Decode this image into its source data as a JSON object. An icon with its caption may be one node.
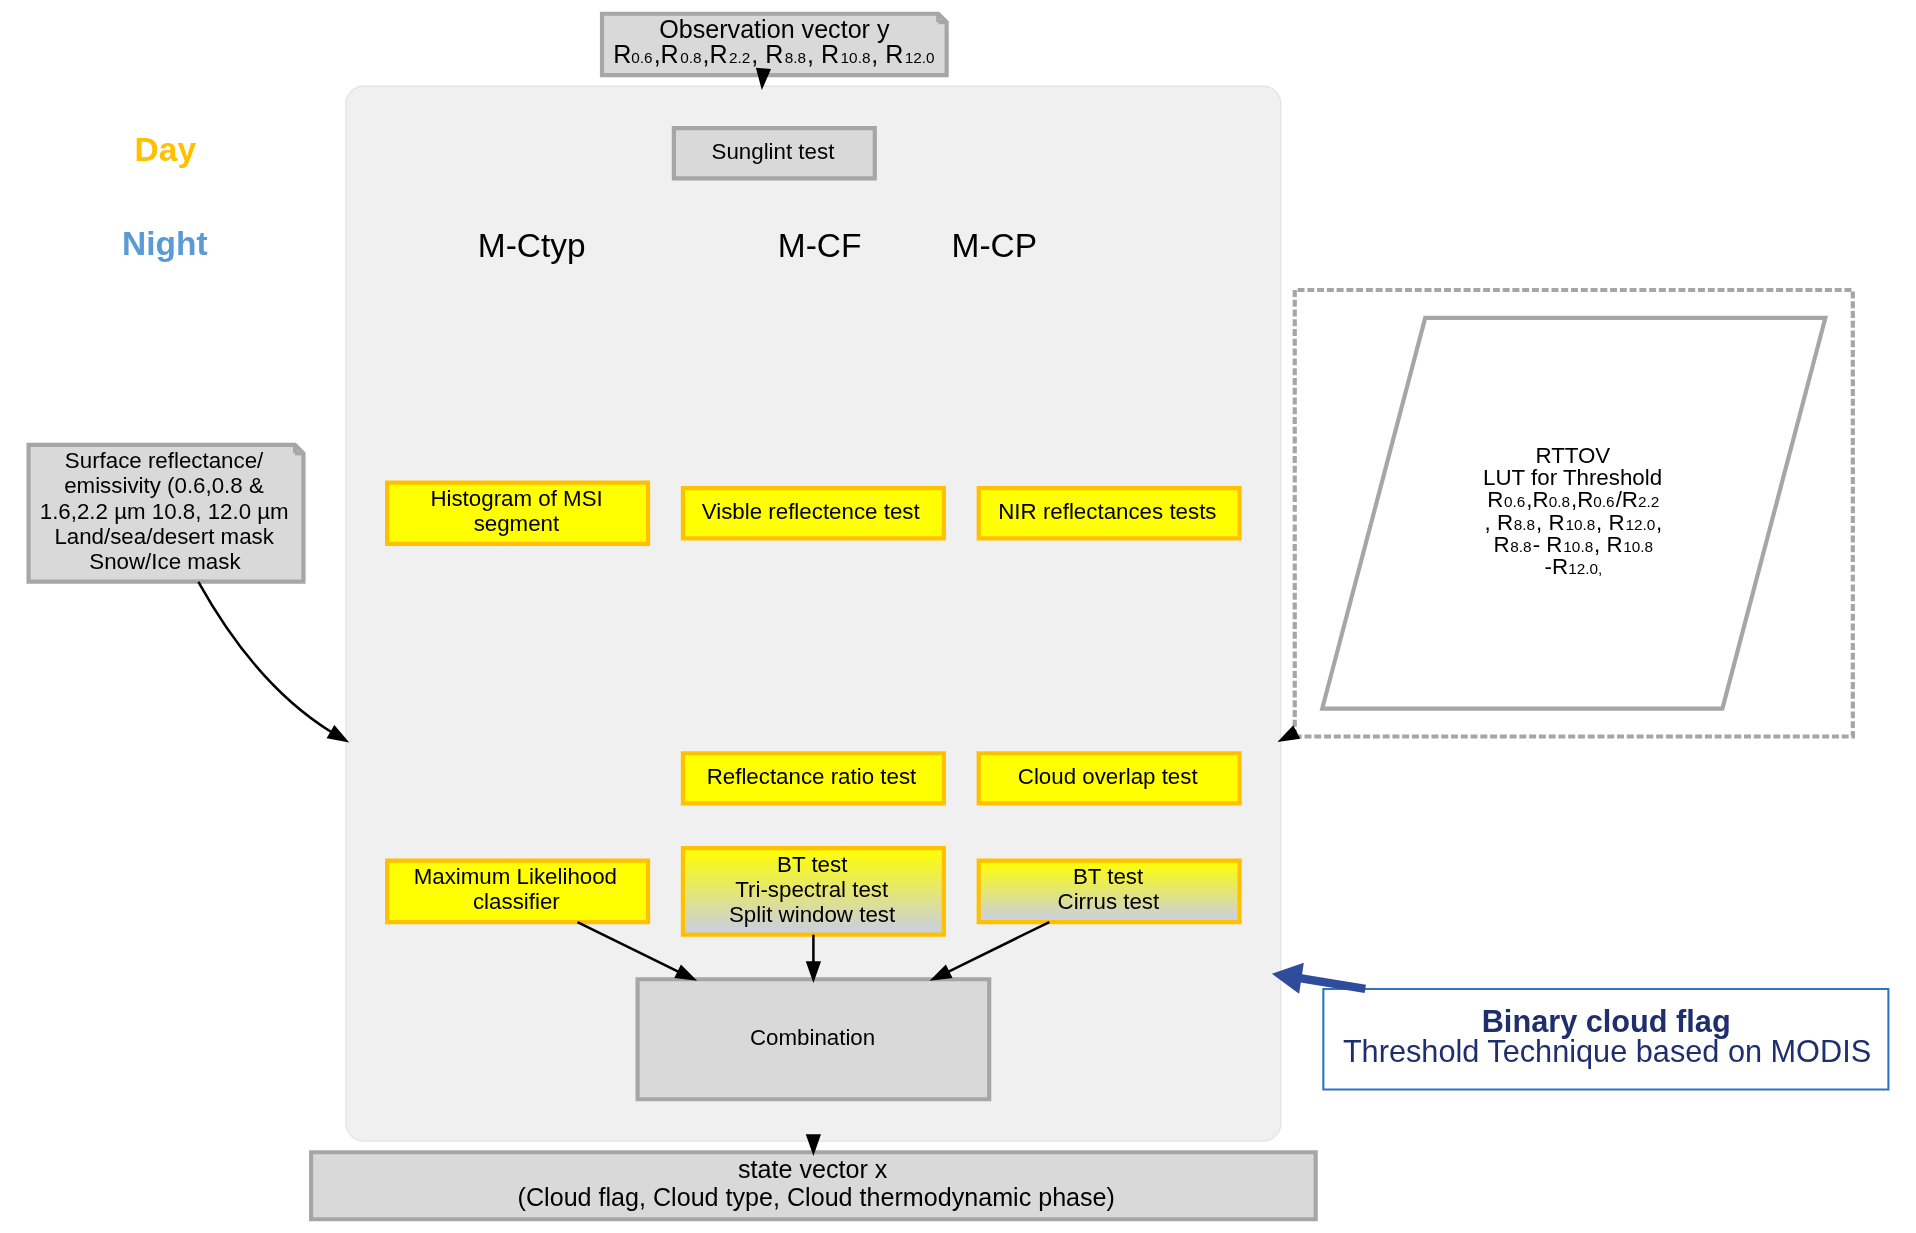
{
  "diagram": {
    "nodes": [
      {
        "text": [
          "Observation vector y",
          "R$_{0.6}$,R$_{0.8}$,R$_{2.2}$, R$_{8.8}$, R$_{10.8}$, R$_{12.0}$"
        ]
      },
      {
        "text": [],
        "shape": "ellipse"
      },
      {
        "text": [
          "Sunglint test"
        ],
        "in": 1
      },
      {
        "text": [
          "Visble reflectence test"
        ],
        "in": 1
      },
      {
        "text": [
          "Reflectance ratio test"
        ],
        "in": 1
      },
      {
        "text": [
          "BT test",
          "Tri-spectral test",
          "Split window test"
        ],
        "in": 1
      },
      {
        "text": [
          "Histogram of MSI segment"
        ],
        "in": 1
      },
      {
        "text": [
          "Maximum Likelihood classifier"
        ],
        "in": 1
      },
      {
        "text": [
          "NIR reflectances tests"
        ],
        "in": 1
      },
      {
        "text": [
          "Cloud overlap test"
        ],
        "in": 1
      },
      {
        "text": [
          "BT test",
          "Cirrus test"
        ],
        "in": 1
      },
      {
        "text": [
          "Combination"
        ],
        "in": 1
      },
      {
        "text": [
          "Surface reflectance/ emissivity (0.6,0.8 & 1.6,2.2 µm 10.8, 12.0 µm Land/sea/desert mask Snow/Ice mask"
        ]
      },
      {
        "text": [],
        "shape": "box"
      },
      {
        "text": [
          "RTTOV",
          "LUT for Threshold",
          "R$_{0.6}$,R$_{0.8}$,R$_{0.6}$/R$_{2.2}$ , R$_{8.8}$, R$_{10.8}$, R$_{12.0}$, R$_{8.8}$- R$_{10.8}$, R$_{10.8}$ -R$_{12.0,}$"
        ],
        "in": 13
      },
      {
        "text": [
          "state vector x",
          "(Cloud flag, Cloud type, Cloud thermodynamic phase)"
        ]
      },
      {
        "text": [
          "Binary cloud flag",
          "Threshold Technique based on MODIS"
        ]
      }
    ],
    "edges": [
      {
        "from": 0,
        "to": 1,
        "arrow": "to"
      },
      {
        "from": 12,
        "to": 1,
        "arrow": "to"
      },
      {
        "from": 13,
        "to": 1,
        "arrow": "to"
      },
      {
        "from": 5,
        "to": 11,
        "arrow": "to"
      },
      {
        "from": 7,
        "to": 11,
        "arrow": "to"
      },
      {
        "from": 10,
        "to": 11,
        "arrow": "to"
      },
      {
        "from": 1,
        "to": 15,
        "arrow": "to"
      },
      {
        "from": 16,
        "to": 1,
        "arrow": "to",
        "style": "thick",
        "color": "#2f4b9c"
      }
    ],
    "labels": [
      "Day",
      "Night",
      "M-CF",
      "M-Ctyp",
      "M-CP"
    ]
  }
}
